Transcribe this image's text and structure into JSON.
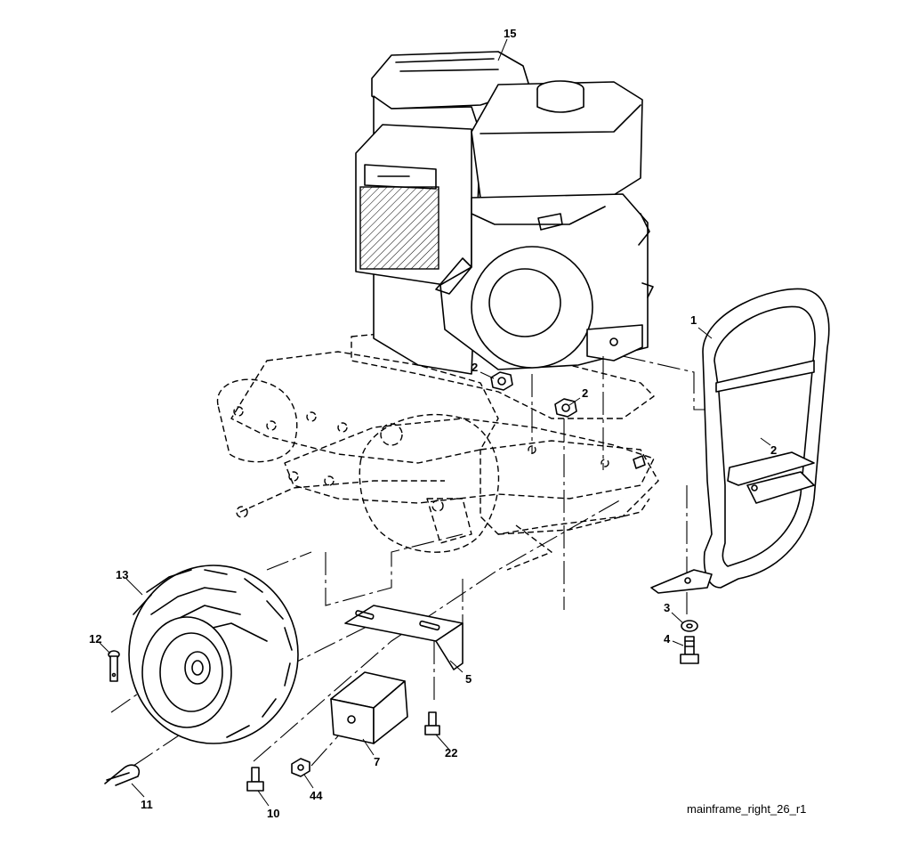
{
  "diagram": {
    "caption": "mainframe_right_26_r1",
    "callouts": [
      "15",
      "1",
      "2",
      "2",
      "2",
      "13",
      "12",
      "3",
      "4",
      "5",
      "7",
      "22",
      "10",
      "44",
      "11"
    ]
  }
}
